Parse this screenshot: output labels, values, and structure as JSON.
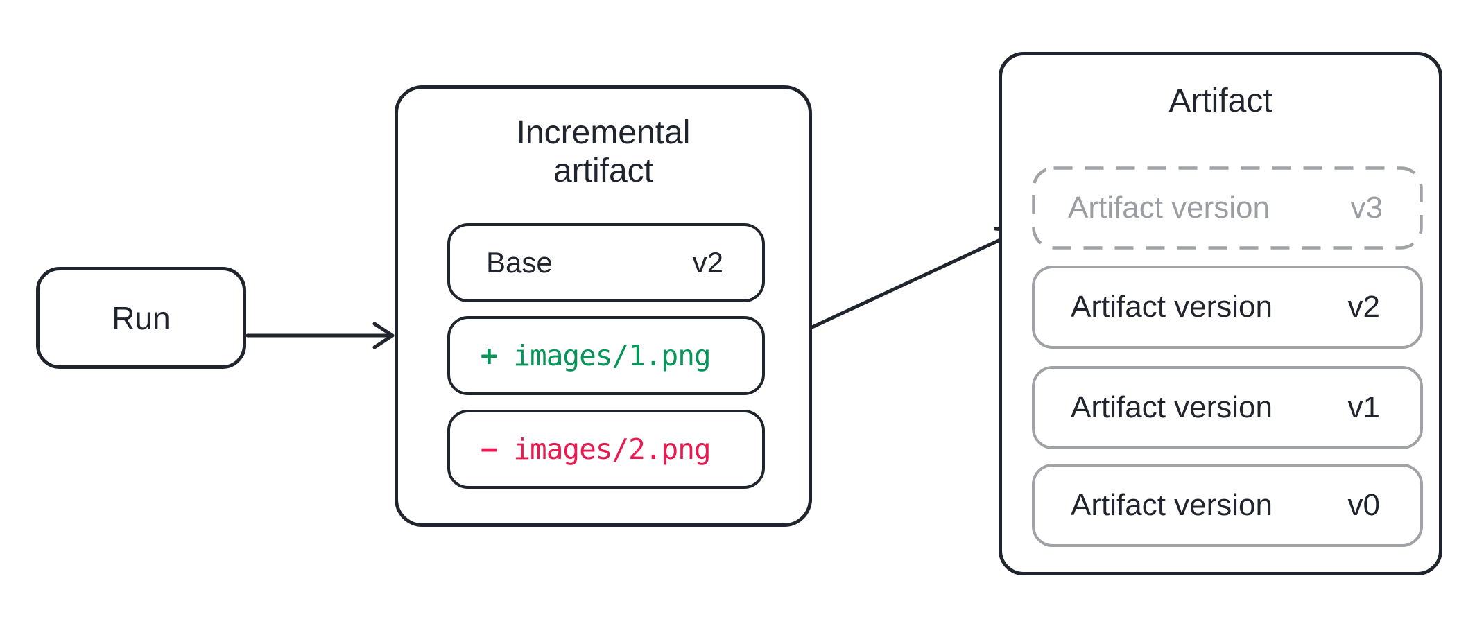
{
  "colors": {
    "dark": "#20242c",
    "gray_border": "#a0a2a6",
    "gray_text": "#9a9da2",
    "green": "#069459",
    "red": "#e91a4f",
    "background": "#ffffff"
  },
  "diagram": {
    "run": {
      "label": "Run"
    },
    "incremental": {
      "title": "Incremental artifact",
      "base": {
        "label": "Base",
        "version": "v2"
      },
      "added": {
        "sign": "+",
        "path": "images/1.png"
      },
      "removed": {
        "sign": "−",
        "path": "images/2.png"
      }
    },
    "artifact": {
      "title": "Artifact",
      "versions": [
        {
          "label": "Artifact version",
          "version": "v3",
          "state": "pending"
        },
        {
          "label": "Artifact version",
          "version": "v2",
          "state": "committed"
        },
        {
          "label": "Artifact version",
          "version": "v1",
          "state": "committed"
        },
        {
          "label": "Artifact version",
          "version": "v0",
          "state": "committed"
        }
      ]
    }
  }
}
